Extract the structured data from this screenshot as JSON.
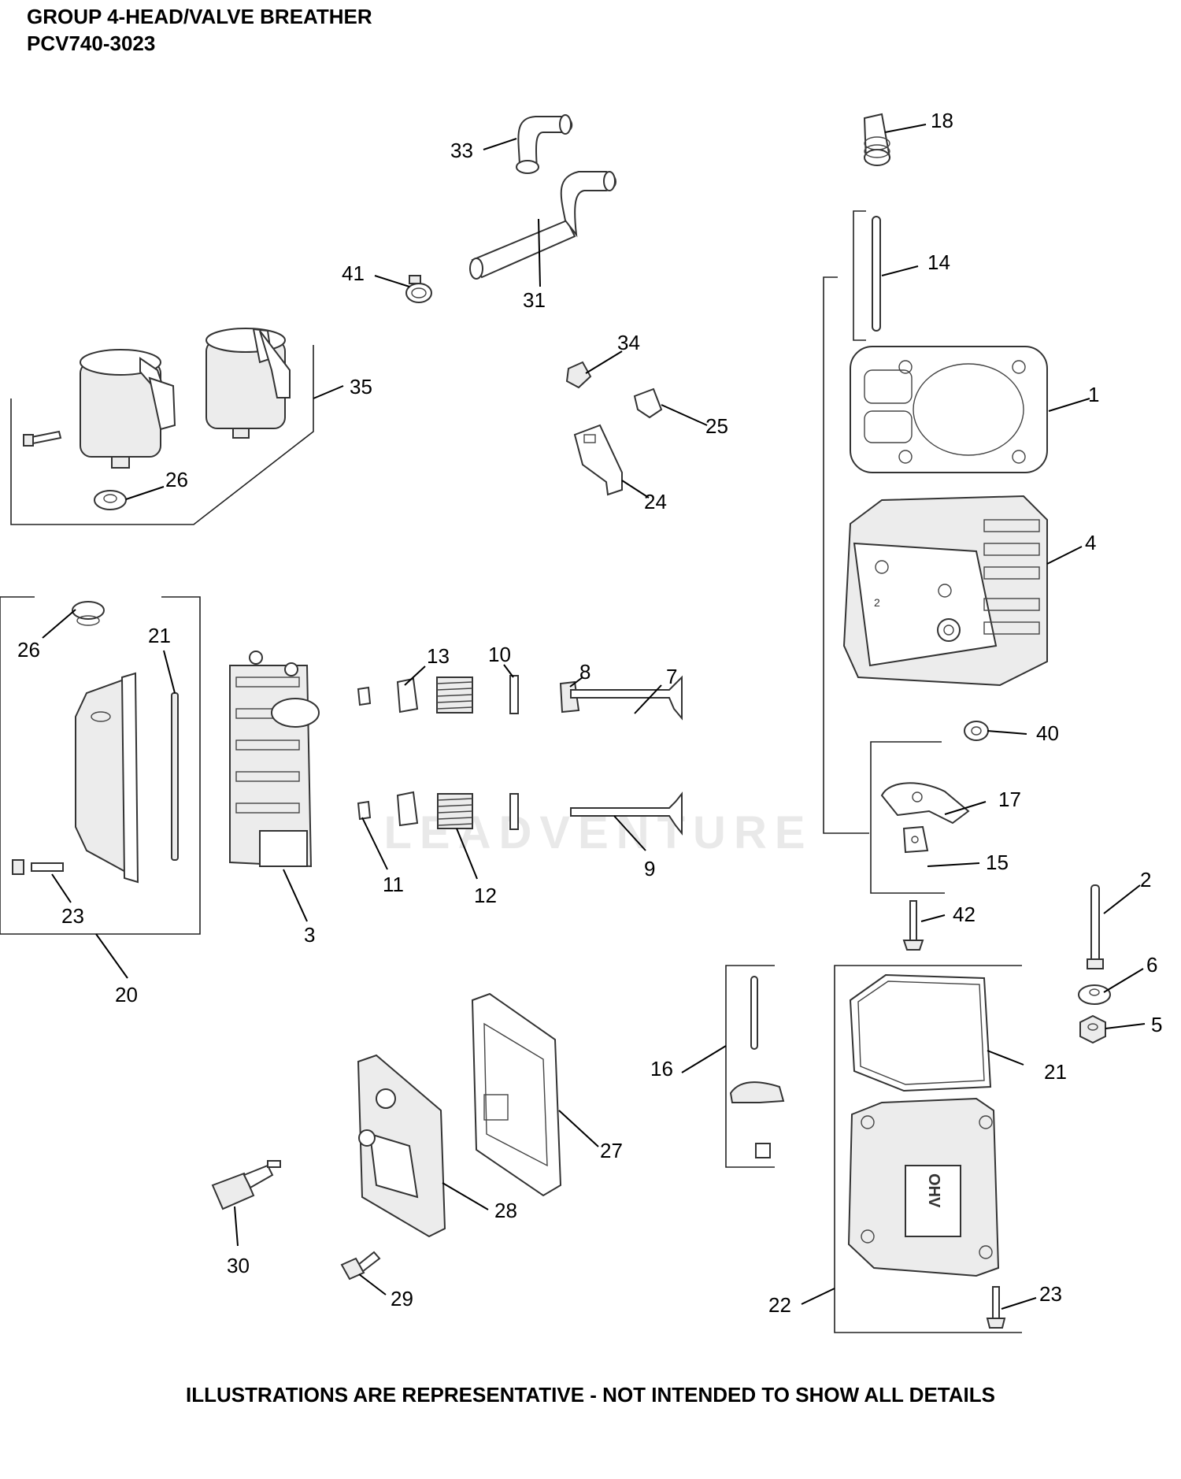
{
  "header": {
    "title": "GROUP 4-HEAD/VALVE BREATHER",
    "model": "PCV740-3023"
  },
  "footer": {
    "note": "ILLUSTRATIONS ARE REPRESENTATIVE - NOT INTENDED TO SHOW ALL DETAILS"
  },
  "watermark": {
    "text": "LEADVENTURE"
  },
  "callouts": [
    "33",
    "31",
    "41",
    "18",
    "14",
    "34",
    "35",
    "1",
    "25",
    "26",
    "24",
    "4",
    "26",
    "21",
    "13",
    "10",
    "8",
    "7",
    "40",
    "17",
    "11",
    "12",
    "9",
    "15",
    "23",
    "3",
    "2",
    "42",
    "20",
    "6",
    "5",
    "16",
    "21",
    "27",
    "28",
    "30",
    "29",
    "22",
    "23"
  ]
}
